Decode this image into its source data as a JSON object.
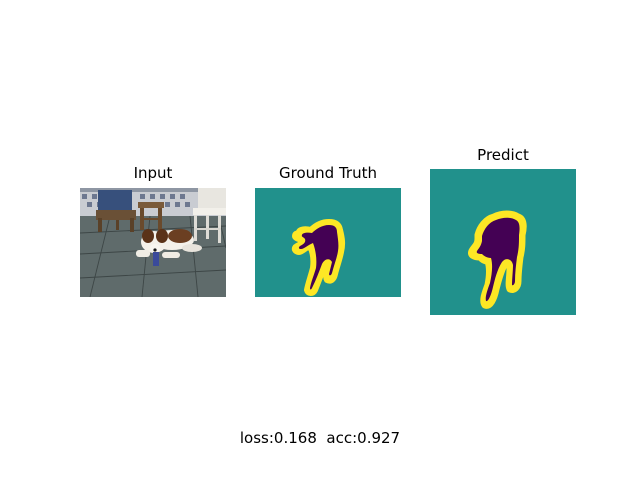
{
  "panels": {
    "input": {
      "title": "Input"
    },
    "ground_truth": {
      "title": "Ground Truth"
    },
    "predict": {
      "title": "Predict"
    }
  },
  "metrics": {
    "loss_text": "loss:0.168",
    "acc_text": "acc:0.927"
  },
  "colors": {
    "background_class": "#21918c",
    "foreground_class": "#440154",
    "boundary_class": "#fde725"
  }
}
